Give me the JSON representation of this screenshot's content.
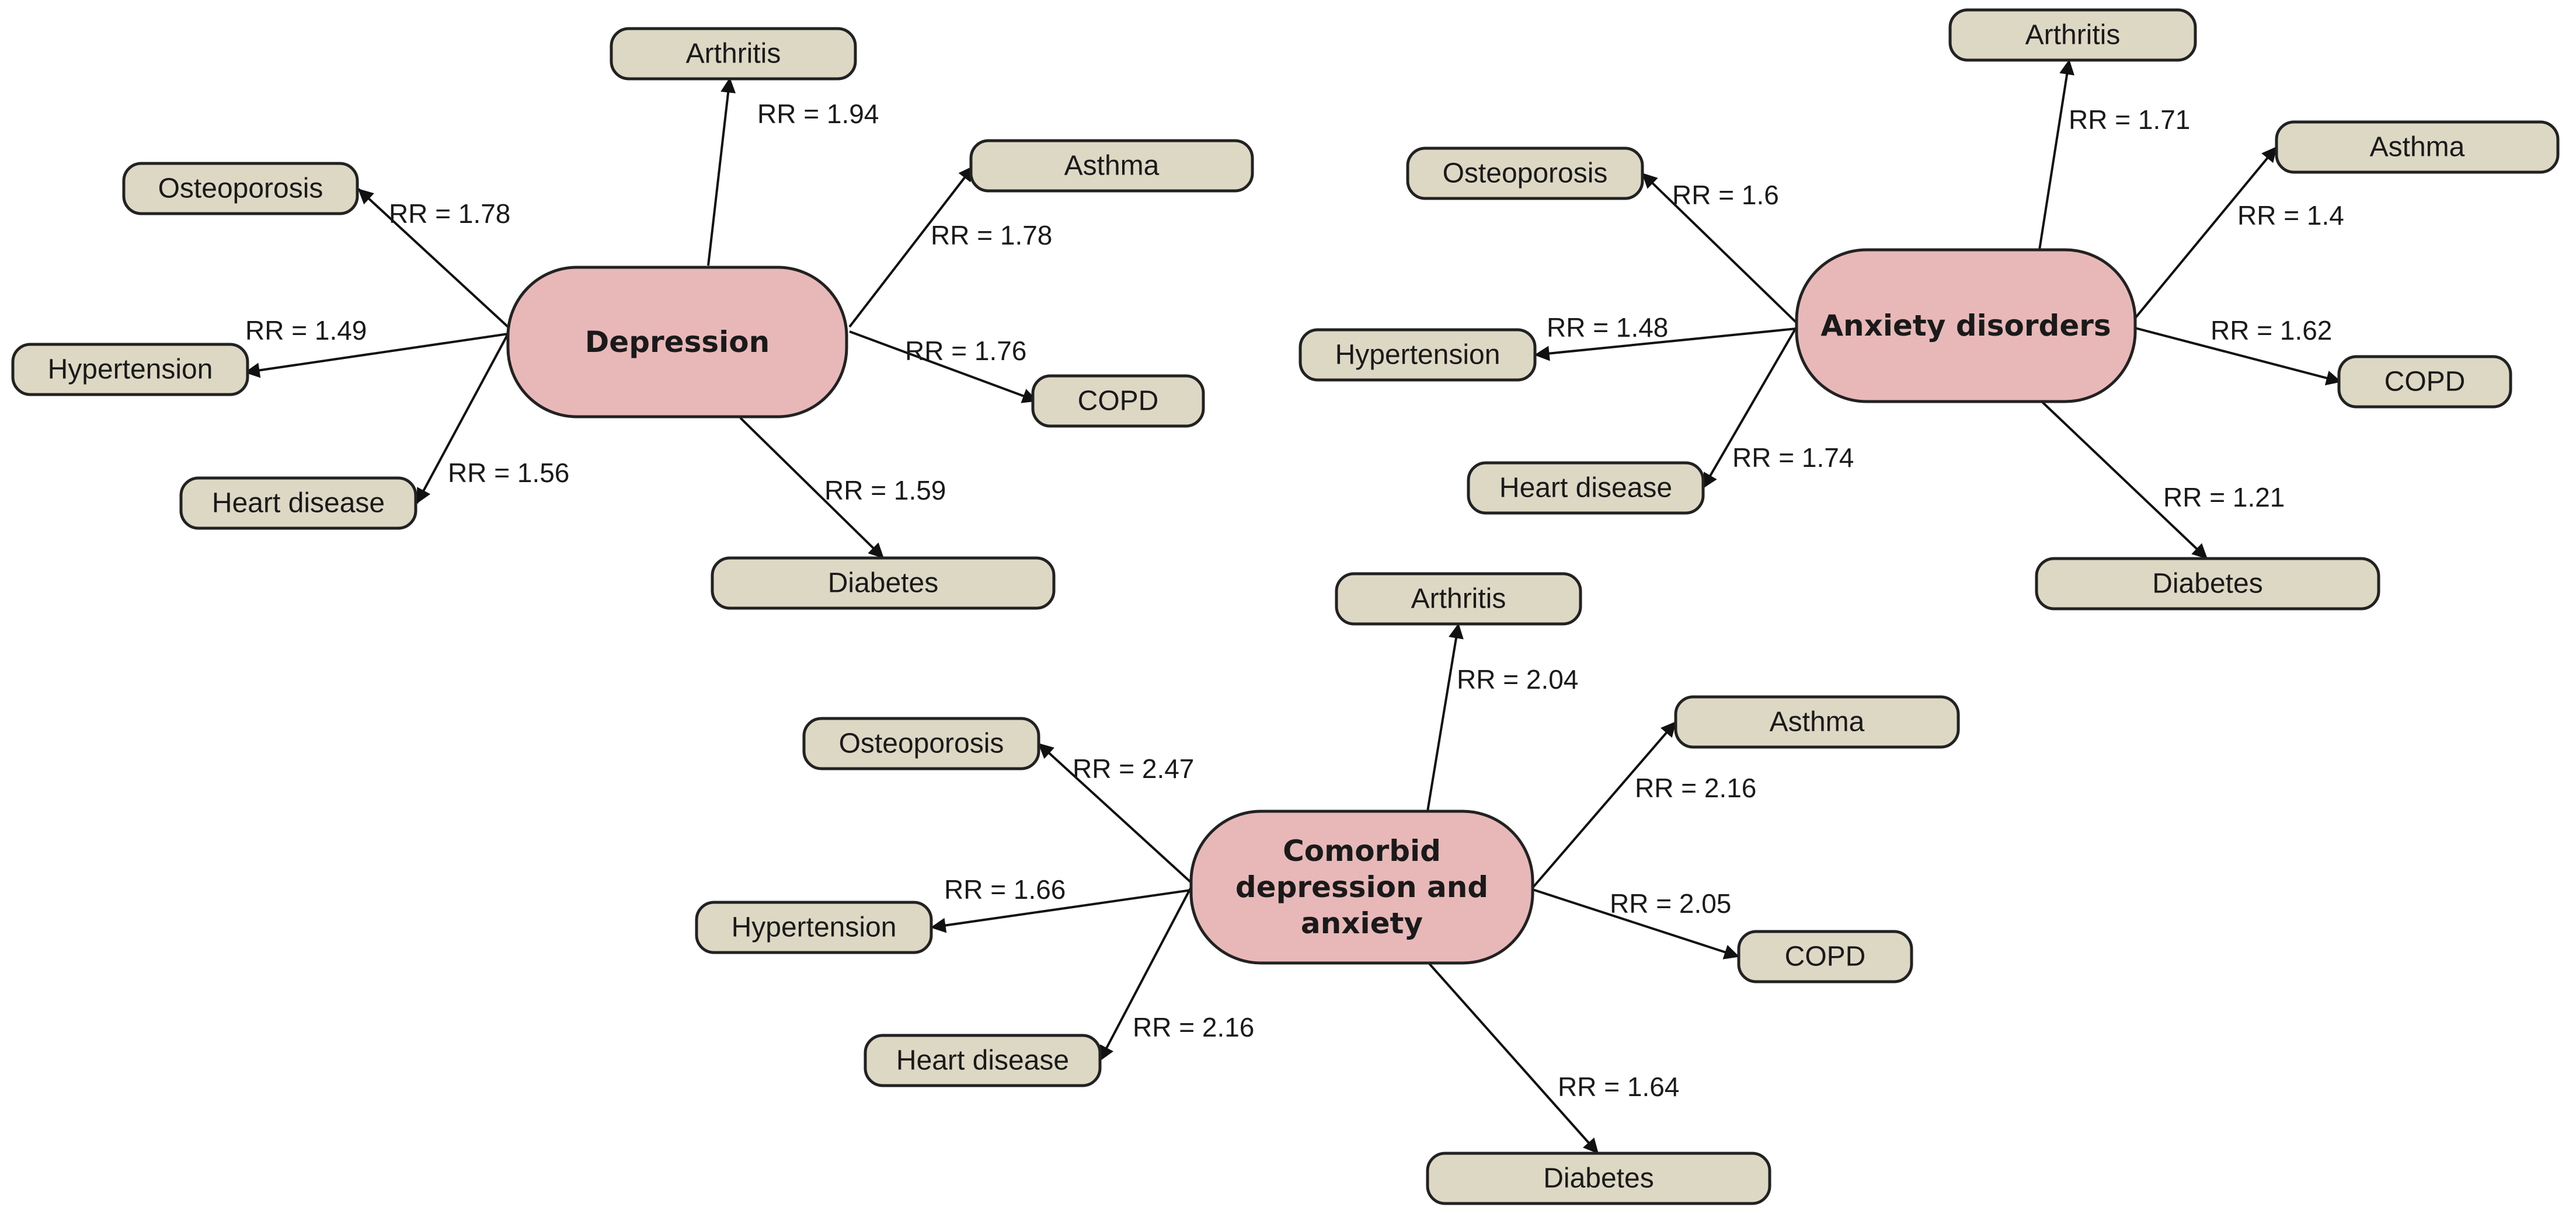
{
  "diagrams": [
    {
      "center": {
        "lines": [
          "Depression"
        ]
      },
      "outcomes": [
        {
          "name": "Arthritis",
          "rr": "RR = 1.94"
        },
        {
          "name": "Asthma",
          "rr": "RR = 1.78"
        },
        {
          "name": "COPD",
          "rr": "RR = 1.76"
        },
        {
          "name": "Diabetes",
          "rr": "RR = 1.59"
        },
        {
          "name": "Heart disease",
          "rr": "RR = 1.56"
        },
        {
          "name": "Hypertension",
          "rr": "RR = 1.49"
        },
        {
          "name": "Osteoporosis",
          "rr": "RR = 1.78"
        }
      ]
    },
    {
      "center": {
        "lines": [
          "Anxiety disorders"
        ]
      },
      "outcomes": [
        {
          "name": "Arthritis",
          "rr": "RR = 1.71"
        },
        {
          "name": "Asthma",
          "rr": "RR = 1.4"
        },
        {
          "name": "COPD",
          "rr": "RR = 1.62"
        },
        {
          "name": "Diabetes",
          "rr": "RR = 1.21"
        },
        {
          "name": "Heart disease",
          "rr": "RR = 1.74"
        },
        {
          "name": "Hypertension",
          "rr": "RR = 1.48"
        },
        {
          "name": "Osteoporosis",
          "rr": "RR = 1.6"
        }
      ]
    },
    {
      "center": {
        "lines": [
          "Comorbid",
          "depression and",
          "anxiety"
        ]
      },
      "outcomes": [
        {
          "name": "Arthritis",
          "rr": "RR = 2.04"
        },
        {
          "name": "Asthma",
          "rr": "RR = 2.16"
        },
        {
          "name": "COPD",
          "rr": "RR = 2.05"
        },
        {
          "name": "Diabetes",
          "rr": "RR = 1.64"
        },
        {
          "name": "Heart disease",
          "rr": "RR = 2.16"
        },
        {
          "name": "Hypertension",
          "rr": "RR = 1.66"
        },
        {
          "name": "Osteoporosis",
          "rr": "RR = 2.47"
        }
      ]
    }
  ],
  "colors": {
    "center_fill": "#e8b8b8",
    "outcome_fill": "#ddd8c4",
    "stroke": "#222222"
  }
}
